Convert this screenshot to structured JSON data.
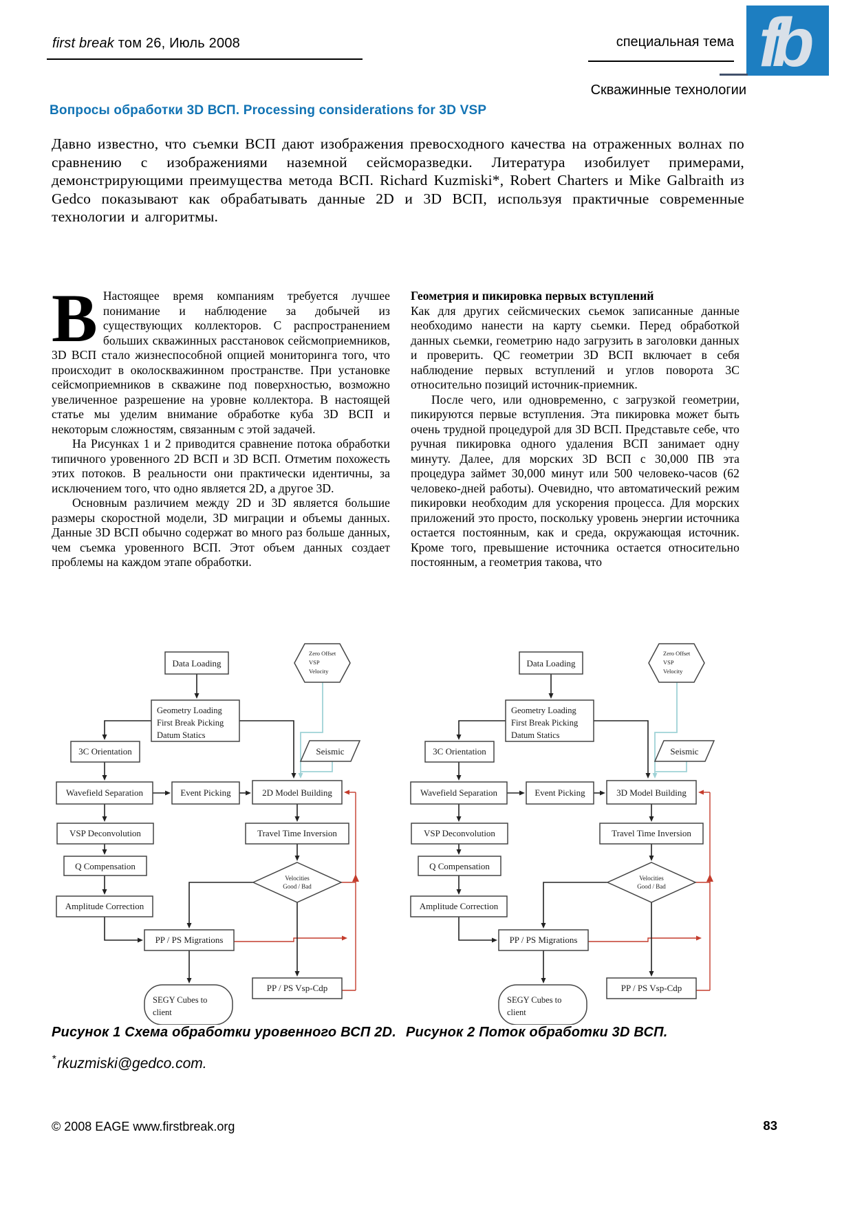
{
  "header": {
    "journal": "first break",
    "issue": " том 26, Июль 2008",
    "section_label": "специальная тема",
    "logo_text": "fb",
    "category": "Скважинные технологии"
  },
  "title": "Вопросы  обработки 3D ВСП. Processing considerations for 3D VSP",
  "lead": "Давно известно, что съемки ВСП дают изображения превосходного качества на отраженных волнах  по сравнению с изображениями  наземной сейсморазведки. Литература изобилует примерами, демонстрирующими преимущества метода ВСП. Richard Kuzmiski*, Robert Charters и Mike Galbraith из Gedco показывают как обрабатывать данные 2D и 3D ВСП,  используя практичные современные технологии и алгоритмы.",
  "left_column": {
    "dropcap": "В",
    "para1": "Настоящее время компаниям  требуется лучшее понимание  и наблюдение за  добычей из существующих коллекторов. С распространением больших скважинных расстановок сейсмоприемников, 3D ВСП стало жизнеспособной опцией мониторинга того, что происходит в околоскважинном пространстве. При установке сейсмоприемников в скважине под поверхностью, возможно увеличенное разрешение на уровне коллектора. В настоящей статье мы уделим внимание обработке куба 3D ВСП и некоторым сложностям, связанным с этой задачей.",
    "para2": "На Рисунках 1 и 2 приводится сравнение потока обработки типичного уровенного 2D ВСП и 3D ВСП. Отметим похожесть этих потоков. В реальности они практически идентичны, за исключением того, что одно является 2D, а другое 3D.",
    "para3": "Основным различием между 2D и 3D является большие размеры скоростной модели, 3D миграции и объемы данных. Данные 3D ВСП обычно содержат во много раз больше данных, чем съемка уровенного ВСП. Этот объем данных создает проблемы на каждом этапе обработки."
  },
  "right_column": {
    "heading": "Геометрия и пикировка первых вступлений",
    "para1": "Как для других сейсмических сьемок записанные данные необходимо нанести на карту сьемки. Перед обработкой данных сьемки, геометрию надо загрузить в заголовки данных и проверить. QC геометрии 3D ВСП включает в себя наблюдение первых вступлений и углов поворота 3С относительно позиций источник-приемник.",
    "para2": "После чего, или одновременно, с загрузкой геометрии, пикируются первые вступления. Эта пикировка может быть очень трудной процедурой для 3D ВСП. Представьте себе, что ручная пикировка одного удаления ВСП занимает одну минуту. Далее, для морских 3D ВСП с 30,000 ПВ эта процедура займет 30,000 минут или 500 человеко-часов (62 человеко-дней работы). Очевидно, что автоматический режим пикировки необходим для ускорения процесса. Для морских приложений это просто, поскольку уровень энергии источника остается постоянным, как и среда, окружающая источник. Кроме того, превышение источника остается относительно постоянным, а геометрия такова, что"
  },
  "flowchart": {
    "nodes": {
      "data_loading": "Data Loading",
      "zero_offset_line1": "Zero Offset",
      "zero_offset_line2": "VSP",
      "zero_offset_line3": "Velocity",
      "geometry_line1": "Geometry Loading",
      "geometry_line2": "First Break Picking",
      "geometry_line3": "Datum Statics",
      "orientation": "3C Orientation",
      "seismic": "Seismic",
      "wavefield": "Wavefield Separation",
      "event_picking": "Event Picking",
      "vsp_deconvolution": "VSP Deconvolution",
      "travel_time": "Travel Time Inversion",
      "q_compensation": "Q Compensation",
      "velocities_line1": "Velocities",
      "velocities_line2": "Good / Bad",
      "amplitude": "Amplitude Correction",
      "migrations": "PP / PS Migrations",
      "vsp_cdp": "PP / PS Vsp-Cdp",
      "segy_line1": "SEGY Cubes to",
      "segy_line2": "client"
    }
  },
  "figures": [
    {
      "model_label": "2D Model Building",
      "caption": "Рисунок 1 Схема обработки уровенного ВСП 2D."
    },
    {
      "model_label": "3D Model Building",
      "caption": "Рисунок 2 Поток обработки 3D ВСП."
    }
  ],
  "footnote": {
    "marker": "*",
    "text": "rkuzmiski@gedco.com."
  },
  "footer": {
    "copyright": "© 2008 EAGE www.firstbreak.org",
    "page_number": "83"
  },
  "colors": {
    "title_blue": "#1173b4",
    "logo_blue": "#1d7ec1",
    "connector_cyan": "#9fd2d6",
    "connector_red": "#c43c2c"
  }
}
